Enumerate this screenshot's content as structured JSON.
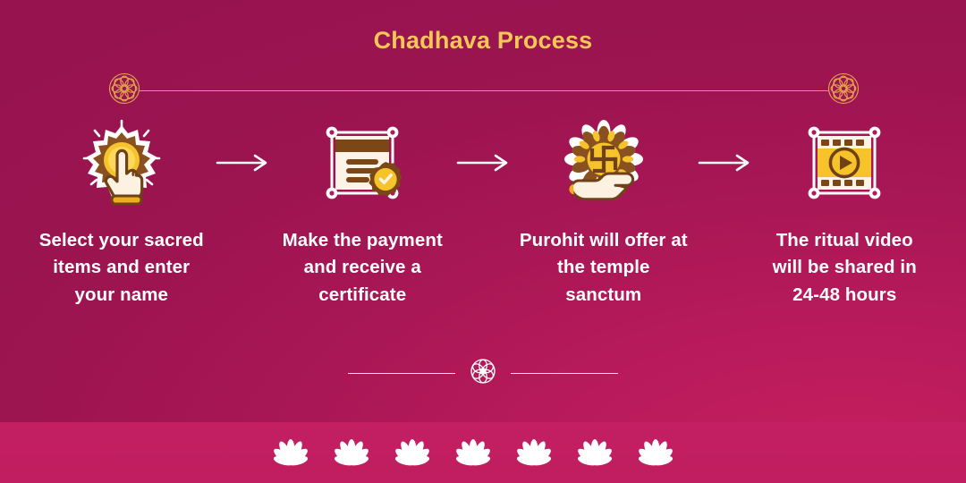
{
  "title": "Chadhava Process",
  "colors": {
    "background_top_left": "#9c1450",
    "background_bottom_right": "#c8205f",
    "title_gold": "#f5c758",
    "rule_gold": "#e0a94a",
    "text_white": "#ffffff",
    "icon_gold": "#f5c02a",
    "icon_brown": "#7b4a1e",
    "icon_cream": "#fdf0e0",
    "footer_band": "#c31f62"
  },
  "ornaments": {
    "top_left": "mandala-rosette-icon",
    "top_right": "mandala-rosette-icon",
    "divider_center": "flower-rosette-icon",
    "footer": "lotus-border-pattern"
  },
  "steps": [
    {
      "index": "1",
      "icon": "hand-pointer-select-icon",
      "label": "Select your sacred items and enter your name"
    },
    {
      "index": "2",
      "icon": "certificate-seal-icon",
      "label": "Make the payment and receive a certificate"
    },
    {
      "index": "3",
      "icon": "hand-offering-swastika-coin-icon",
      "label": "Purohit will offer at the temple sanctum"
    },
    {
      "index": "4",
      "icon": "film-strip-play-video-icon",
      "label": "The ritual video will be shared in 24-48 hours"
    }
  ],
  "arrows": [
    {
      "icon": "arrow-right-icon"
    },
    {
      "icon": "arrow-right-icon"
    },
    {
      "icon": "arrow-right-icon"
    }
  ]
}
